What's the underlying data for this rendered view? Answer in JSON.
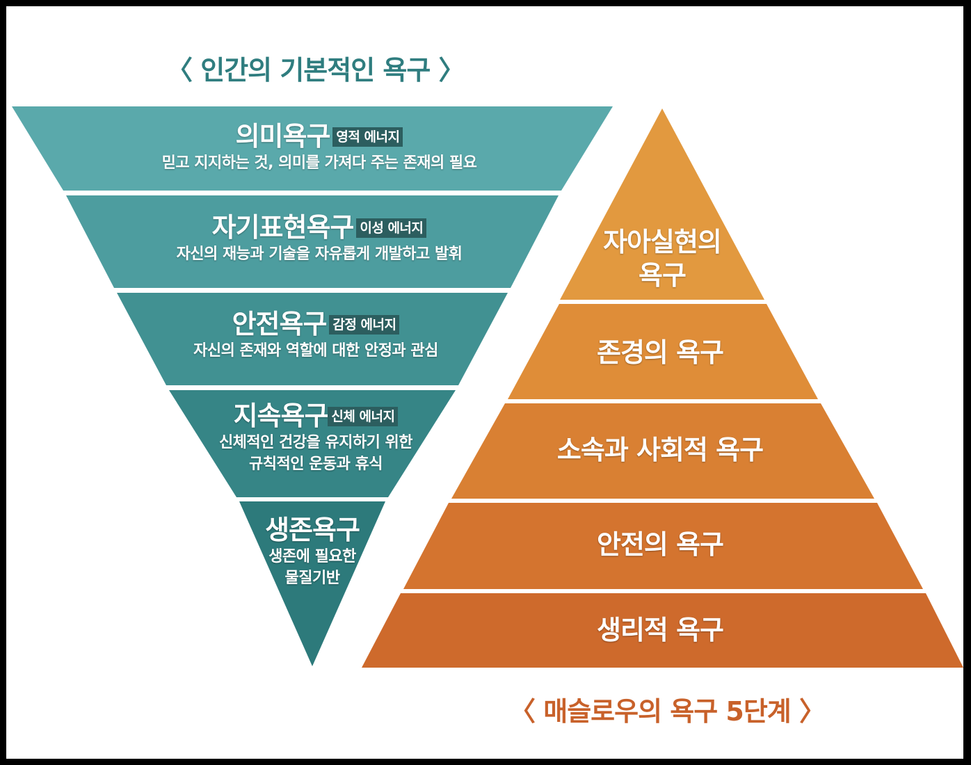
{
  "inverted_pyramid": {
    "title": "〈 인간의 기본적인 욕구 〉",
    "levels": [
      {
        "name": "의미욕구",
        "energy": "영적 에너지",
        "desc": "믿고 지지하는 것, 의미를 가져다 주는 존재의 필요",
        "color": "#5aa9ab"
      },
      {
        "name": "자기표현욕구",
        "energy": "이성 에너지",
        "desc": "자신의 재능과 기술을 자유롭게 개발하고 발휘",
        "color": "#4d9d9f"
      },
      {
        "name": "안전욕구",
        "energy": "감정 에너지",
        "desc": "자신의 존재와 역할에 대한 안정과 관심",
        "color": "#419192"
      },
      {
        "name": "지속욕구",
        "energy": "신체 에너지",
        "desc": "신체적인 건강을 유지하기 위한 규칙적인 운동과 휴식",
        "color": "#368586"
      },
      {
        "name": "생존욕구",
        "energy": "",
        "desc": "생존에 필요한 물질기반",
        "color": "#2d7a7b"
      }
    ]
  },
  "maslow_pyramid": {
    "title": "〈 매슬로우의 욕구 5단계 〉",
    "levels": [
      {
        "name": "자아실현의 욕구",
        "color": "#e2993f"
      },
      {
        "name": "존경의 욕구",
        "color": "#df8d38"
      },
      {
        "name": "소속과 사회적 욕구",
        "color": "#d98033"
      },
      {
        "name": "안전의 욕구",
        "color": "#d4742f"
      },
      {
        "name": "생리적 욕구",
        "color": "#ce6a2c"
      }
    ]
  }
}
